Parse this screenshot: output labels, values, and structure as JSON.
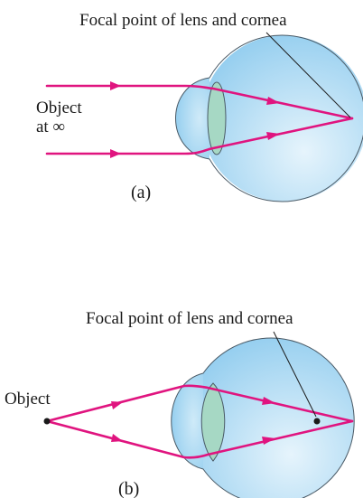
{
  "colors": {
    "ray": "#e0147f",
    "eye_light": "#e6f4fc",
    "eye_dark": "#8ecbee",
    "eye_outline": "#4a5a66",
    "lens_fill": "#a6d8c4",
    "lens_outline": "#4a5a66",
    "text": "#1a1a1a",
    "focal_dot": "#1a1a1a"
  },
  "panel_a": {
    "focal_label": "Focal point of lens and cornea",
    "object_label_line1": "Object",
    "object_label_line2": "at ∞",
    "panel_label": "(a)"
  },
  "panel_b": {
    "focal_label": "Focal point of lens and cornea",
    "object_label": "Object",
    "panel_label": "(b)"
  }
}
